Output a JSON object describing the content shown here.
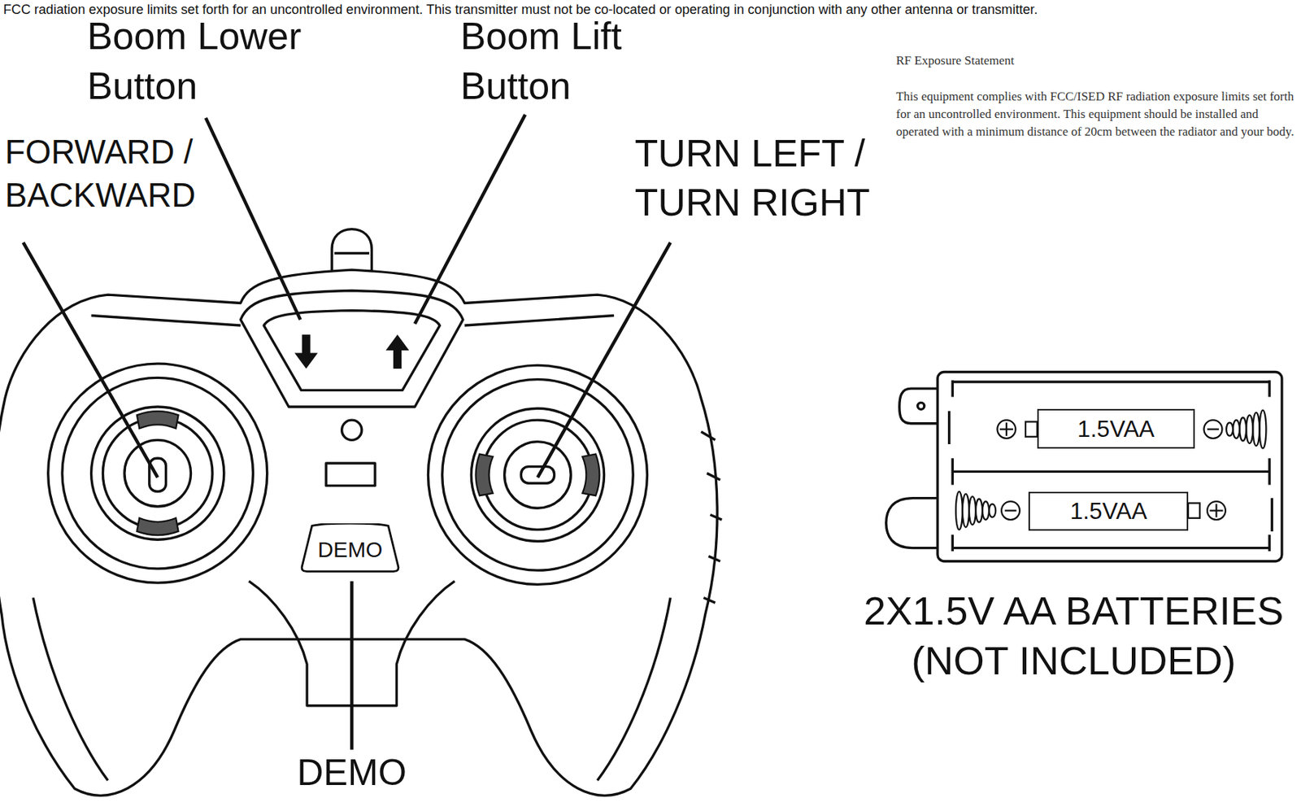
{
  "diagram": {
    "nodes": [
      {
        "text": [
          "DEMO"
        ]
      },
      {
        "text": [
          "1.5VAA"
        ]
      },
      {
        "text": [
          "1.5VAA"
        ]
      }
    ],
    "labels": [
      "FCC radiation exposure limits set forth for an uncontrolled environment. This transmitter must not be co-located or operating in conjunction with any other antenna or transmitter.",
      "Boom Lower Button",
      "Boom Lift Button",
      "FORWARD / BACKWARD",
      "TURN LEFT / TURN RIGHT",
      "DEMO",
      "RF Exposure Statement",
      "This equipment complies with FCC/ISED RF radiation exposure limits set forth for an uncontrolled environment. This equipment should be installed and operated with a minimum distance of 20cm between the radiator and your body.",
      "2X1.5V AA BATTERIES (NOT INCLUDED)"
    ]
  }
}
